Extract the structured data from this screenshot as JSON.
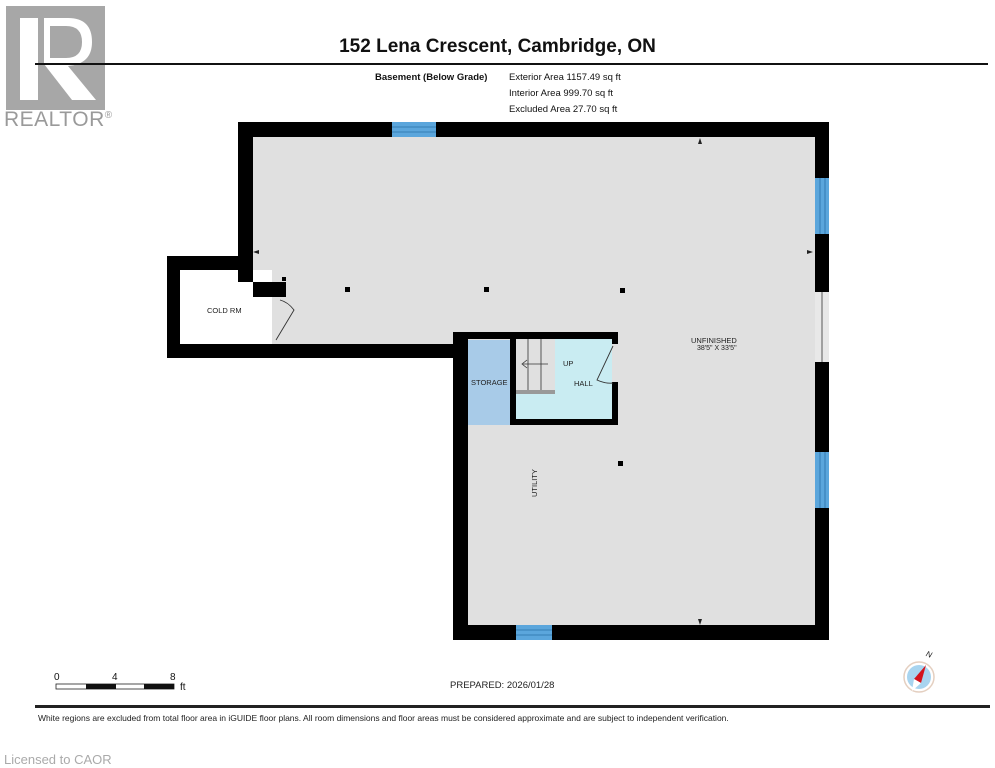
{
  "logo": {
    "text": "REALTOR",
    "registered": "®",
    "icon": "realtor-r-logo-icon"
  },
  "header": {
    "title": "152 Lena Crescent, Cambridge, ON"
  },
  "floor": {
    "label": "Basement (Below Grade)",
    "exterior_area": "Exterior Area 1157.49 sq ft",
    "interior_area": "Interior Area 999.70 sq ft",
    "excluded_area": "Excluded Area 27.70 sq ft"
  },
  "rooms": {
    "cold_rm": "COLD RM",
    "storage": "STORAGE",
    "up": "UP",
    "hall": "HALL",
    "unfinished": "UNFINISHED",
    "unfinished_dims": "38'5\" x 33'5\"",
    "utility": "UTILITY"
  },
  "colors": {
    "wall": "#000000",
    "floor": "#e0e0e0",
    "window": "#5ba6dc",
    "storage": "#a8cbe8",
    "hall": "#c9ecf2",
    "logo": "#a7a7a7"
  },
  "scale": {
    "labels": [
      "0",
      "4",
      "8"
    ],
    "unit": "ft"
  },
  "compass": {
    "label": "N"
  },
  "footer": {
    "prepared": "PREPARED: 2026/01/28",
    "disclaimer": "White regions are excluded from total floor area in iGUIDE floor plans. All room dimensions and floor areas must be considered approximate and are subject to independent verification.",
    "licensed": "Licensed to CAOR"
  }
}
